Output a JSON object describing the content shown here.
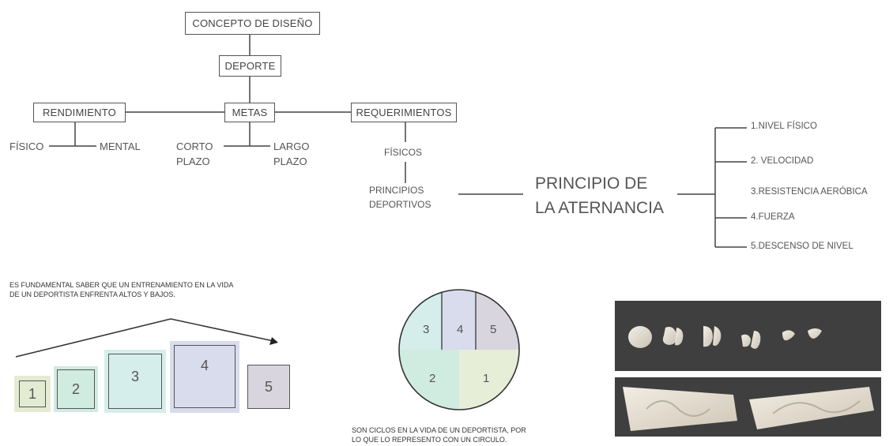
{
  "tree": {
    "root": "CONCEPTO DE DISEÑO",
    "level1": "DEPORTE",
    "rendimiento": "RENDIMIENTO",
    "metas": "METAS",
    "requerimientos": "REQUERIMIENTOS",
    "fisico": "FÍSICO",
    "mental": "MENTAL",
    "corto_1": "CORTO",
    "corto_2": "PLAZO",
    "largo_1": "LARGO",
    "largo_2": "PLAZO",
    "fisicos": "FÍSICOS",
    "principios_1": "PRINCIPIOS",
    "principios_2": "DEPORTIVOS"
  },
  "principle": {
    "line1": "PRINCIPIO DE",
    "line2": "LA ATERNANCIA"
  },
  "list": [
    "1.NIVEL FÍSICO",
    "2. VELOCIDAD",
    "3.RESISTENCIA AERÓBICA",
    "4.FUERZA",
    "5.DESCENSO DE NIVEL"
  ],
  "note_top": {
    "line1": "ES FUNDAMENTAL SABER QUE UN ENTRENAMIENTO EN LA VIDA",
    "line2": "DE UN DEPORTISTA ENFRENTA ALTOS Y BAJOS."
  },
  "squares": [
    "1",
    "2",
    "3",
    "4",
    "5"
  ],
  "circle": {
    "segments": [
      "3",
      "4",
      "5",
      "2",
      "1"
    ]
  },
  "note_bottom": {
    "line1": "SON CICLOS EN LA VIDA DE UN DEPORTISTA, POR",
    "line2": "LO QUE LO REPRESENTO CON UN CIRCULO."
  },
  "colors": {
    "green1": "#e3ecd2",
    "green2": "#d0ebe0",
    "teal3": "#d5eeec",
    "lavender4": "#d9dcec",
    "purple5": "#d8d5df",
    "photo_bg": "#3f3f3f"
  }
}
